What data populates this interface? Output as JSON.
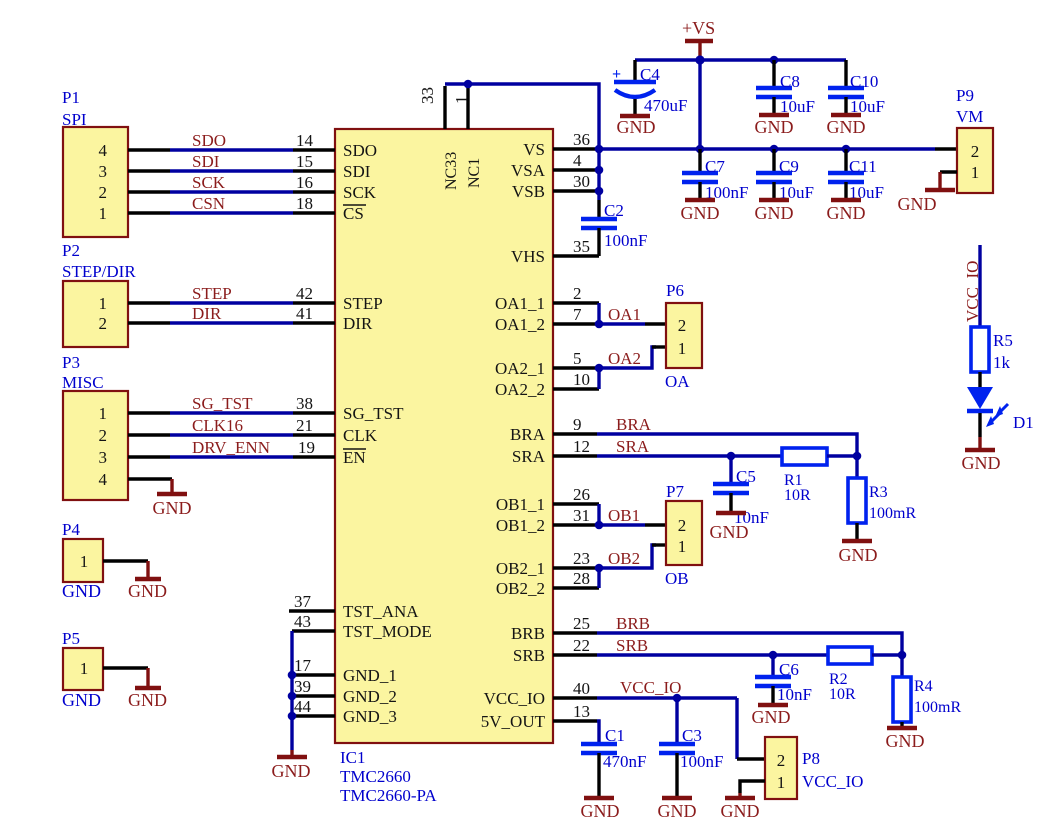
{
  "title": "TMC2660 stepper driver schematic",
  "colors": {
    "box_fill": "#FBF5A0",
    "box_border": "#801010",
    "wire_blue": "#0000A0",
    "symbol_blue": "#0022EE",
    "text_blue": "#0000CD",
    "text_maroon": "#8B1C1C",
    "black": "#141414"
  },
  "ic": {
    "designator": "IC1",
    "part": "TMC2660",
    "variant": "TMC2660-PA",
    "left_pins": [
      {
        "name": "SDO",
        "num": "14"
      },
      {
        "name": "SDI",
        "num": "15"
      },
      {
        "name": "SCK",
        "num": "16"
      },
      {
        "name": "CS",
        "num": "18"
      },
      {
        "name": "STEP",
        "num": "42"
      },
      {
        "name": "DIR",
        "num": "41"
      },
      {
        "name": "SG_TST",
        "num": "38"
      },
      {
        "name": "CLK",
        "num": "21"
      },
      {
        "name": "EN",
        "num": "19"
      },
      {
        "name": "TST_ANA",
        "num": "37"
      },
      {
        "name": "TST_MODE",
        "num": "43"
      },
      {
        "name": "GND_1",
        "num": "17"
      },
      {
        "name": "GND_2",
        "num": "39"
      },
      {
        "name": "GND_3",
        "num": "44"
      }
    ],
    "right_pins": [
      {
        "name": "VS",
        "num": "36"
      },
      {
        "name": "VSA",
        "num": "4"
      },
      {
        "name": "VSB",
        "num": "30"
      },
      {
        "name": "VHS",
        "num": "35"
      },
      {
        "name": "OA1_1",
        "num": "2"
      },
      {
        "name": "OA1_2",
        "num": "7"
      },
      {
        "name": "OA2_1",
        "num": "5"
      },
      {
        "name": "OA2_2",
        "num": "10"
      },
      {
        "name": "BRA",
        "num": "9"
      },
      {
        "name": "SRA",
        "num": "12"
      },
      {
        "name": "OB1_1",
        "num": "26"
      },
      {
        "name": "OB1_2",
        "num": "31"
      },
      {
        "name": "OB2_1",
        "num": "23"
      },
      {
        "name": "OB2_2",
        "num": "28"
      },
      {
        "name": "BRB",
        "num": "25"
      },
      {
        "name": "SRB",
        "num": "22"
      },
      {
        "name": "VCC_IO",
        "num": "40"
      },
      {
        "name": "5V_OUT",
        "num": "13"
      }
    ],
    "top_pins": [
      {
        "name": "NC33",
        "num": "33"
      },
      {
        "name": "NC1",
        "num": "1"
      }
    ]
  },
  "connectors": {
    "p1": {
      "designator": "P1",
      "name": "SPI",
      "pins": [
        "4",
        "3",
        "2",
        "1"
      ]
    },
    "p2": {
      "designator": "P2",
      "name": "STEP/DIR",
      "pins": [
        "1",
        "2"
      ]
    },
    "p3": {
      "designator": "P3",
      "name": "MISC",
      "pins": [
        "1",
        "2",
        "3",
        "4"
      ]
    },
    "p4": {
      "designator": "P4",
      "name": "GND",
      "pins": [
        "1"
      ]
    },
    "p5": {
      "designator": "P5",
      "name": "GND",
      "pins": [
        "1"
      ]
    },
    "p6": {
      "designator": "P6",
      "name": "OA",
      "pins": [
        "2",
        "1"
      ]
    },
    "p7": {
      "designator": "P7",
      "name": "OB",
      "pins": [
        "2",
        "1"
      ]
    },
    "p8": {
      "designator": "P8",
      "name": "VCC_IO",
      "pins": [
        "2",
        "1"
      ]
    },
    "p9": {
      "designator": "P9",
      "name": "VM",
      "pins": [
        "2",
        "1"
      ]
    }
  },
  "capacitors": {
    "c1": {
      "ref": "C1",
      "value": "470nF"
    },
    "c2": {
      "ref": "C2",
      "value": "100nF"
    },
    "c3": {
      "ref": "C3",
      "value": "100nF"
    },
    "c4": {
      "ref": "C4",
      "value": "470uF",
      "polarity": "+"
    },
    "c5": {
      "ref": "C5",
      "value": "10nF"
    },
    "c6": {
      "ref": "C6",
      "value": "10nF"
    },
    "c7": {
      "ref": "C7",
      "value": "100nF"
    },
    "c8": {
      "ref": "C8",
      "value": "10uF"
    },
    "c9": {
      "ref": "C9",
      "value": "10uF"
    },
    "c10": {
      "ref": "C10",
      "value": "10uF"
    },
    "c11": {
      "ref": "C11",
      "value": "10uF"
    }
  },
  "resistors": {
    "r1": {
      "ref": "R1",
      "value": "10R"
    },
    "r2": {
      "ref": "R2",
      "value": "10R"
    },
    "r3": {
      "ref": "R3",
      "value": "100mR"
    },
    "r4": {
      "ref": "R4",
      "value": "100mR"
    },
    "r5": {
      "ref": "R5",
      "value": "1k"
    }
  },
  "diode": {
    "ref": "D1"
  },
  "nets": {
    "sdo": "SDO",
    "sdi": "SDI",
    "sck": "SCK",
    "csn": "CSN",
    "step": "STEP",
    "dir": "DIR",
    "sg_tst": "SG_TST",
    "clk16": "CLK16",
    "drv_enn": "DRV_ENN",
    "oa1": "OA1",
    "oa2": "OA2",
    "bra": "BRA",
    "sra": "SRA",
    "ob1": "OB1",
    "ob2": "OB2",
    "brb": "BRB",
    "srb": "SRB",
    "vcc_io": "VCC_IO"
  },
  "power": {
    "vs": "+VS",
    "gnd": "GND"
  }
}
